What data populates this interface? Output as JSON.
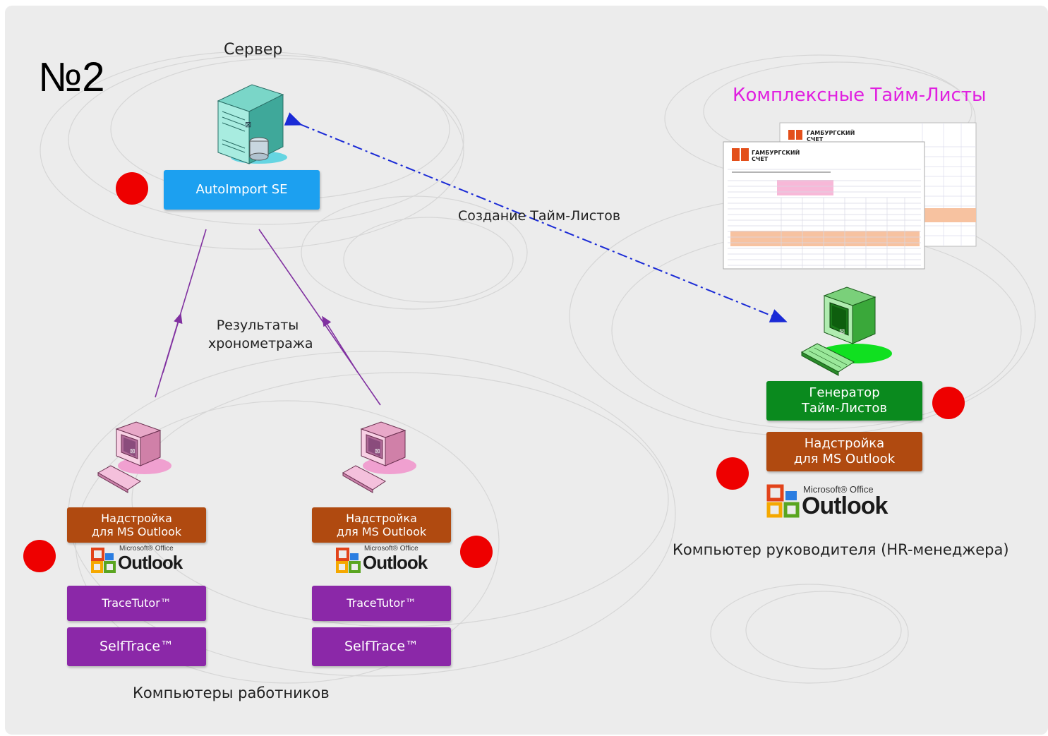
{
  "diagram": {
    "number": "№2",
    "server": {
      "label": "Сервер",
      "app": "AutoImport SE"
    },
    "timesheets_title": "Комплексные Тайм-Листы",
    "arrows": {
      "create_timesheets": "Создание Тайм-Листов",
      "timing_results_line1": "Результаты",
      "timing_results_line2": "хронометража"
    },
    "workers": {
      "caption": "Компьютеры работников",
      "addin_line1": "Надстройка",
      "addin_line2": "для MS Outlook",
      "tracetutor": "TraceTutor™",
      "selftrace": "SelfTrace™"
    },
    "manager": {
      "caption": "Компьютер руководителя (HR-менеджера)",
      "generator_line1": "Генератор",
      "generator_line2": "Тайм-Листов",
      "addin_line1": "Надстройка",
      "addin_line2": "для MS Outlook"
    },
    "outlook_logo": {
      "small": "Microsoft® Office",
      "big": "Outlook"
    },
    "sheet": {
      "company_line1": "ГАМБУРГСКИЙ",
      "company_line2": "СЧЕТ"
    },
    "colors": {
      "server_box": "#1ca0f0",
      "addin_box": "#b04a10",
      "generator_box": "#0a8a1e",
      "trace_box": "#8b28a8",
      "marker": "#ee0000",
      "title_magenta": "#e020e0",
      "arrow_blue": "#1b2bd6",
      "arrow_purple": "#8030a0"
    }
  }
}
